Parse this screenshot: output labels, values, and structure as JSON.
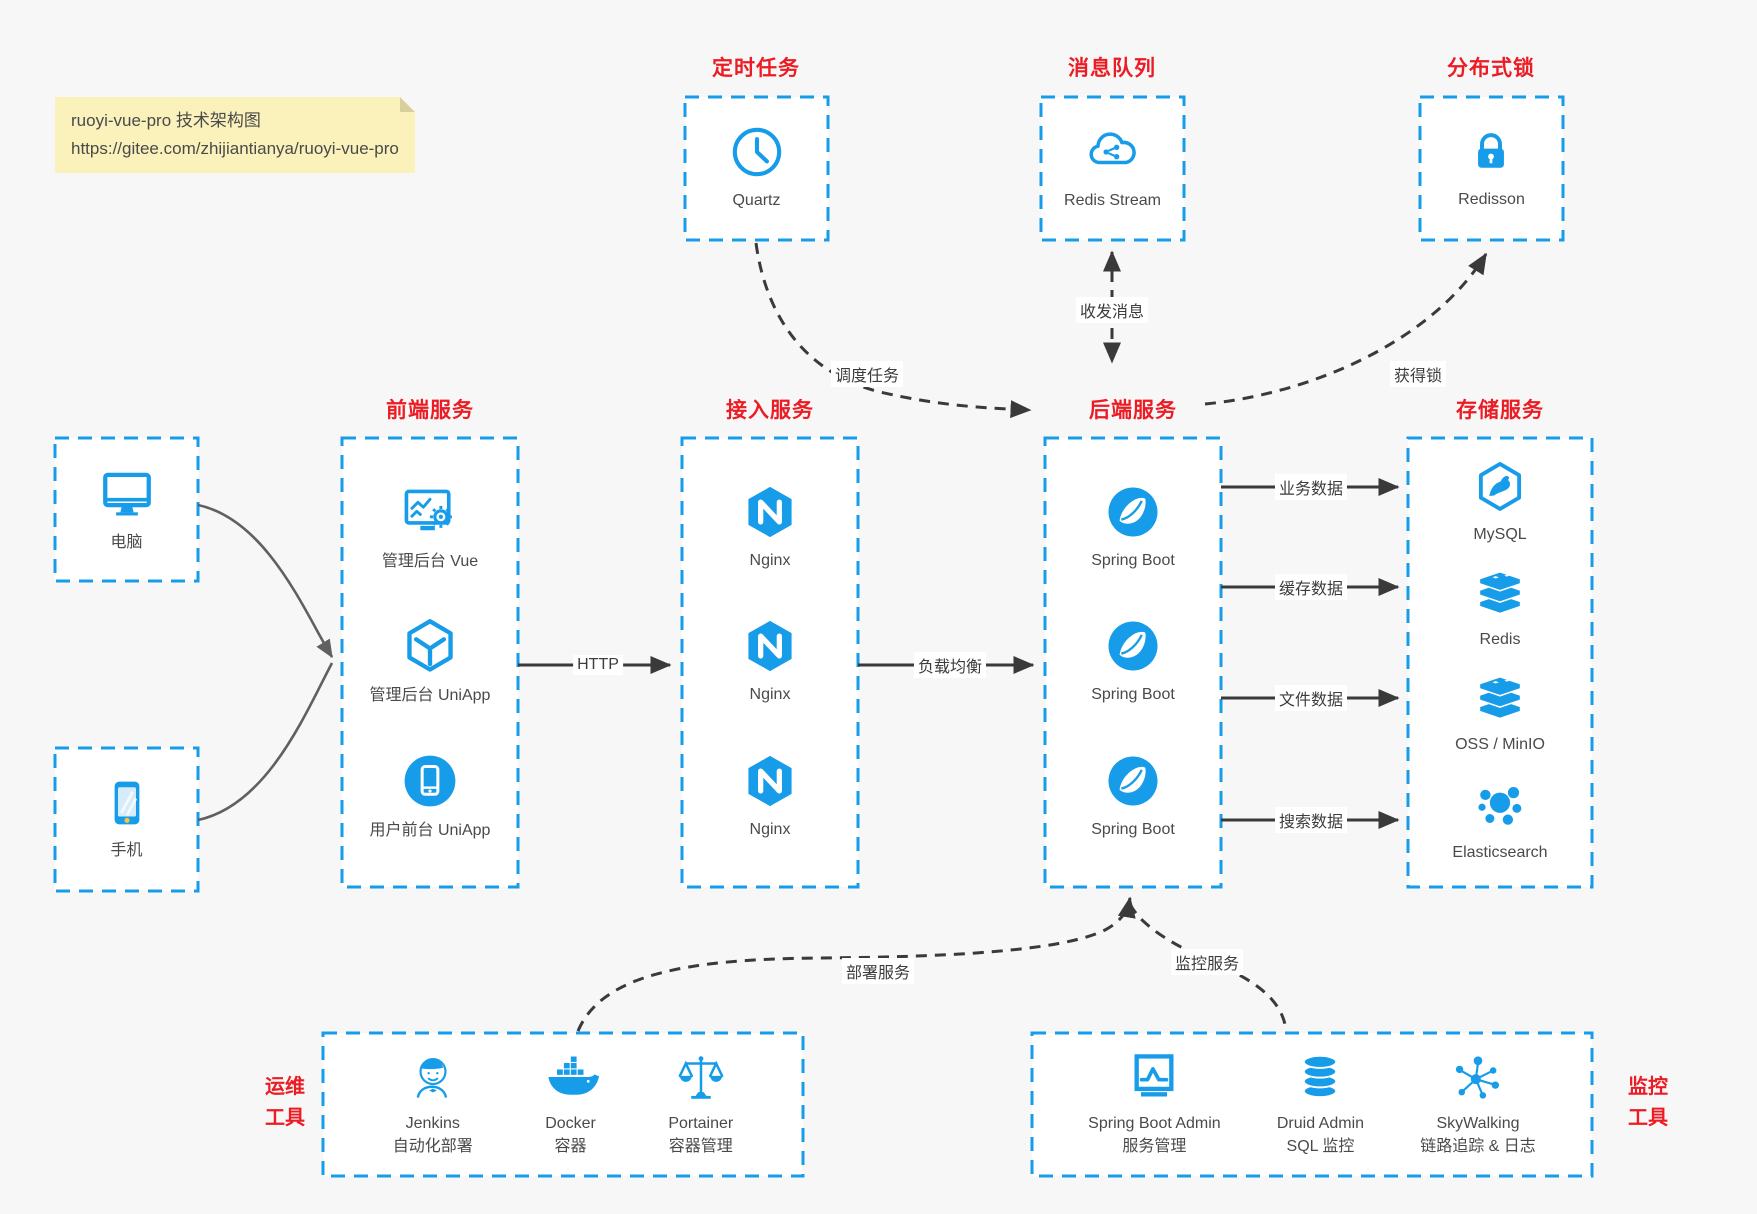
{
  "colors": {
    "accent": "#169ce8",
    "red": "#ec1c24",
    "arrow": "#3a3a3a",
    "client_arrow": "#606060",
    "note_bg": "#faf1bb",
    "page_bg": "#f7f7f8",
    "box_bg": "#ffffff",
    "label_text": "#4a4a4a"
  },
  "note": {
    "line1": "ruoyi-vue-pro 技术架构图",
    "line2": "https://gitee.com/zhijiantianya/ruoyi-vue-pro"
  },
  "top": {
    "scheduler": {
      "title": "定时任务",
      "item": "Quartz",
      "icon": "clock-icon"
    },
    "queue": {
      "title": "消息队列",
      "item": "Redis Stream",
      "icon": "cloud-stream-icon"
    },
    "lock": {
      "title": "分布式锁",
      "item": "Redisson",
      "icon": "lock-icon"
    }
  },
  "clients": {
    "computer": "电脑",
    "phone": "手机"
  },
  "frontend": {
    "title": "前端服务",
    "items": [
      "管理后台 Vue",
      "管理后台 UniApp",
      "用户前台 UniApp"
    ]
  },
  "access": {
    "title": "接入服务",
    "items": [
      "Nginx",
      "Nginx",
      "Nginx"
    ]
  },
  "backend": {
    "title": "后端服务",
    "items": [
      "Spring Boot",
      "Spring Boot",
      "Spring Boot"
    ]
  },
  "storage": {
    "title": "存储服务",
    "items": [
      "MySQL",
      "Redis",
      "OSS / MinIO",
      "Elasticsearch"
    ]
  },
  "ops": {
    "side_label": [
      "运维",
      "工具"
    ],
    "items": [
      {
        "name": "Jenkins",
        "desc": "自动化部署"
      },
      {
        "name": "Docker",
        "desc": "容器"
      },
      {
        "name": "Portainer",
        "desc": "容器管理"
      }
    ]
  },
  "monitoring": {
    "side_label": [
      "监控",
      "工具"
    ],
    "items": [
      {
        "name": "Spring Boot Admin",
        "desc": "服务管理"
      },
      {
        "name": "Druid Admin",
        "desc": "SQL 监控"
      },
      {
        "name": "SkyWalking",
        "desc": "链路追踪 & 日志"
      }
    ]
  },
  "edges": {
    "http": "HTTP",
    "load_balance": "负载均衡",
    "schedule": "调度任务",
    "messages": "收发消息",
    "acquire_lock": "获得锁",
    "business": "业务数据",
    "cache": "缓存数据",
    "file": "文件数据",
    "search": "搜索数据",
    "deploy": "部署服务",
    "monitor": "监控服务"
  }
}
